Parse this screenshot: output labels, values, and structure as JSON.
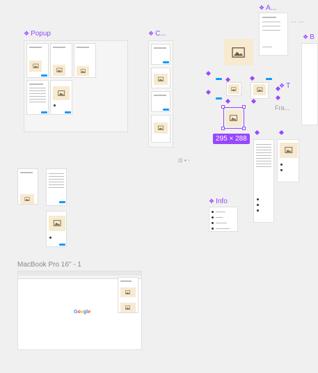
{
  "labels": {
    "popup": "Popup",
    "c": "C...",
    "a": "A...",
    "b": "B",
    "t": "T",
    "fra": "Fra...",
    "info": "Info",
    "macbook": "MacBook Pro 16\" - 1",
    "google": "Google"
  },
  "selection": {
    "size_badge": "295 × 288"
  },
  "colors": {
    "component": "#9747ff",
    "accent": "#0d99ff",
    "placeholder": "#f7ead0",
    "canvas": "#f0f0f0"
  },
  "icons": {
    "component": "component-icon",
    "image_placeholder": "image-placeholder-icon"
  }
}
